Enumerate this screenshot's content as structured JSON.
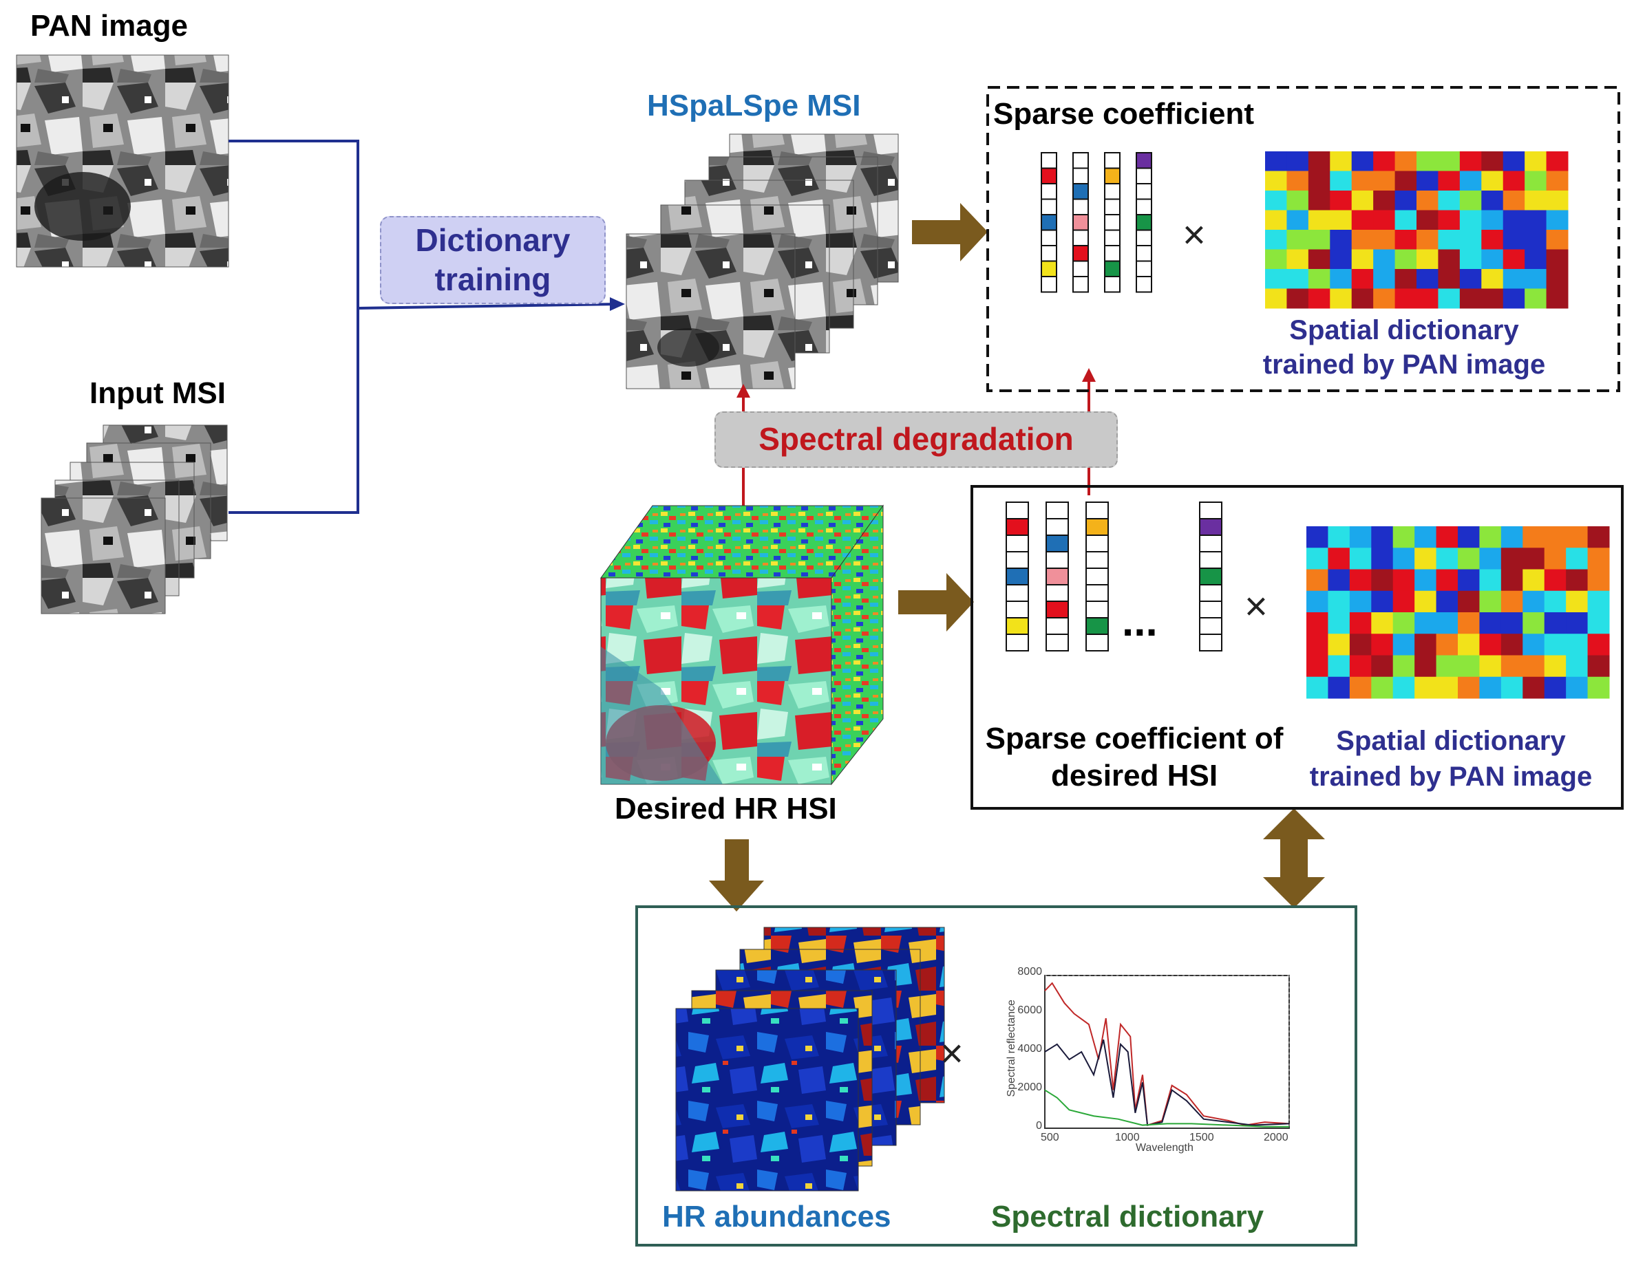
{
  "labels": {
    "pan_image": "PAN image",
    "input_msi": "Input MSI",
    "dictionary_training_line1": "Dictionary",
    "dictionary_training_line2": "training",
    "hspalspe_msi": "HSpaLSpe MSI",
    "sparse_coefficient": "Sparse coefficient",
    "spatial_dict_top_line1": "Spatial dictionary",
    "spatial_dict_top_line2": "trained by PAN image",
    "spectral_degradation": "Spectral degradation",
    "desired_hr_hsi": "Desired HR HSI",
    "sparse_coef_desired_line1": "Sparse coefficient of",
    "sparse_coef_desired_line2": "desired HSI",
    "spatial_dict_mid_line1": "Spatial dictionary",
    "spatial_dict_mid_line2": "trained by PAN image",
    "ellipsis": "...",
    "multiply_top": "×",
    "multiply_mid": "×",
    "multiply_bottom": "×",
    "hr_abundances": "HR abundances",
    "spectral_dictionary": "Spectral dictionary"
  },
  "spectral_plot": {
    "ylabel": "Spectral reflectance",
    "xlabel": "Wavelength",
    "yticks": [
      "0",
      "2000",
      "4000",
      "6000",
      "8000"
    ],
    "xticks": [
      "500",
      "1000",
      "1500",
      "2000"
    ]
  },
  "colors": {
    "blue_text": "#1f6fb5",
    "navy_text": "#2e2f8f",
    "red_text": "#c0171d",
    "green_text": "#2e6b2e",
    "brown_arrow": "#7a5a1e",
    "navy_line": "#1f2f8f",
    "teal_border": "#2f5f55"
  }
}
